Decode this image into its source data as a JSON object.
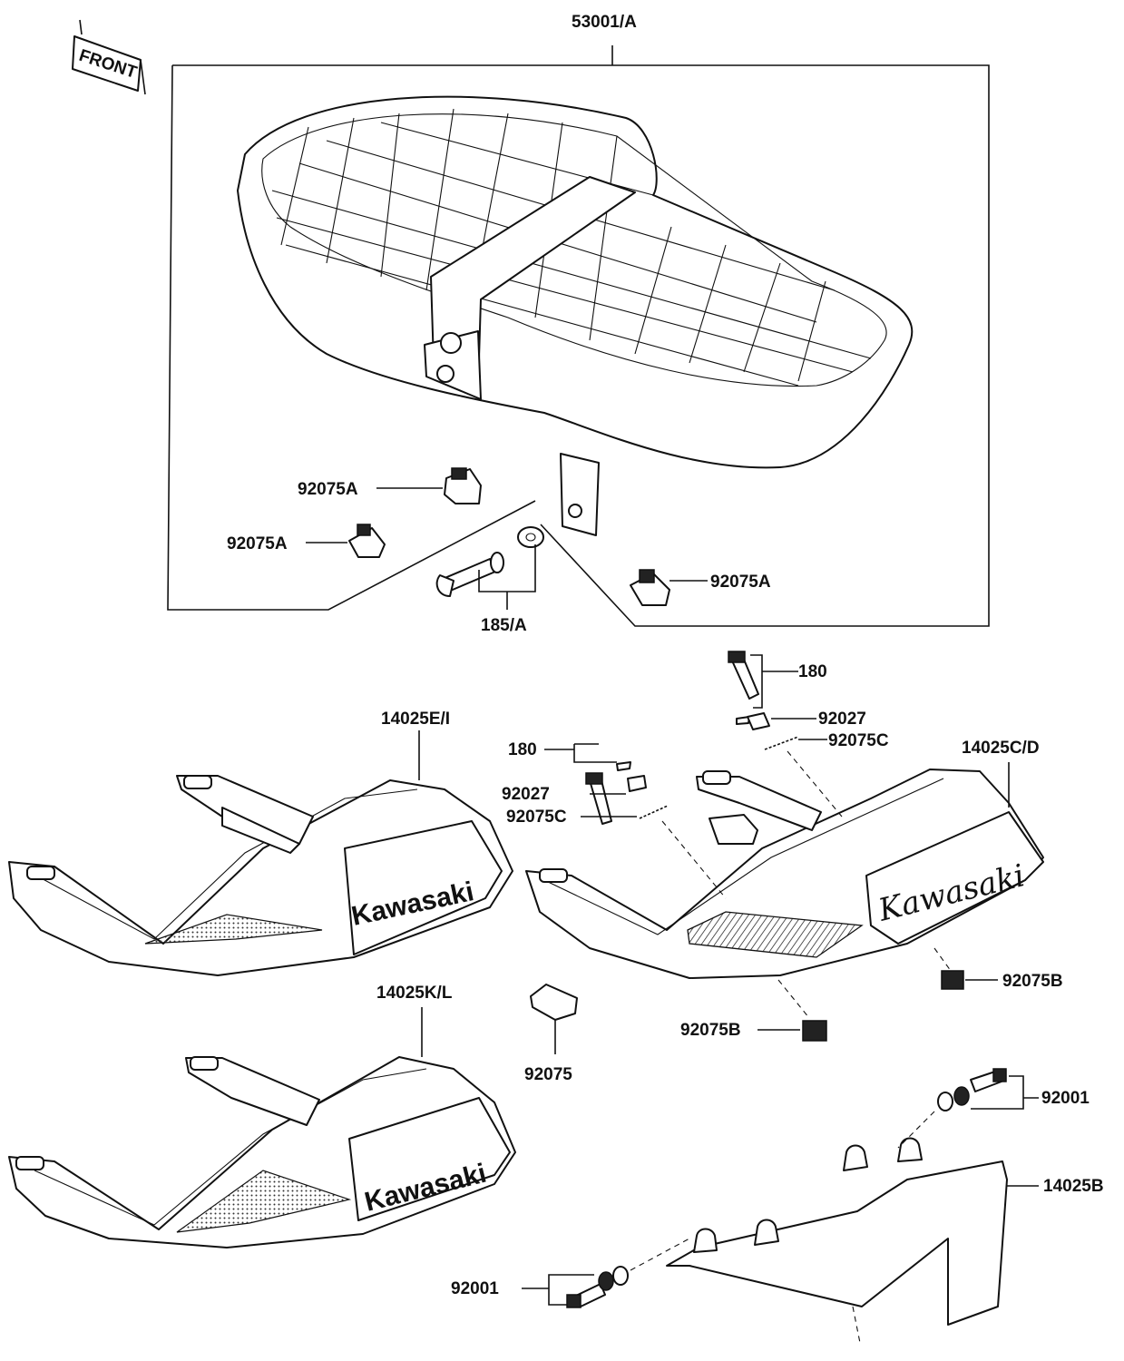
{
  "labels": {
    "seat": "53001/A",
    "clip_1": "92075A",
    "clip_2": "92075A",
    "clip_3": "92075A",
    "bolt_set": "185/A",
    "bolt_180_a": "180",
    "bolt_180_b": "180",
    "pin_92027_a": "92027",
    "pin_92027_b": "92027",
    "spring_a": "92075C",
    "spring_b": "92075C",
    "grab_rail_el": "14025E/I",
    "grab_rail_cd": "14025C/D",
    "grab_rail_kl": "14025K/L",
    "damper_b1": "92075B",
    "damper_b2": "92075B",
    "pad": "92075",
    "bolt_92001_a": "92001",
    "bolt_92001_b": "92001",
    "bracket": "14025B"
  },
  "front_tag": "FRONT",
  "logos": {
    "grab_rail_el": "Kawasaki",
    "grab_rail_cd": "Kawasaki",
    "grab_rail_kl": "Kawasaki"
  }
}
